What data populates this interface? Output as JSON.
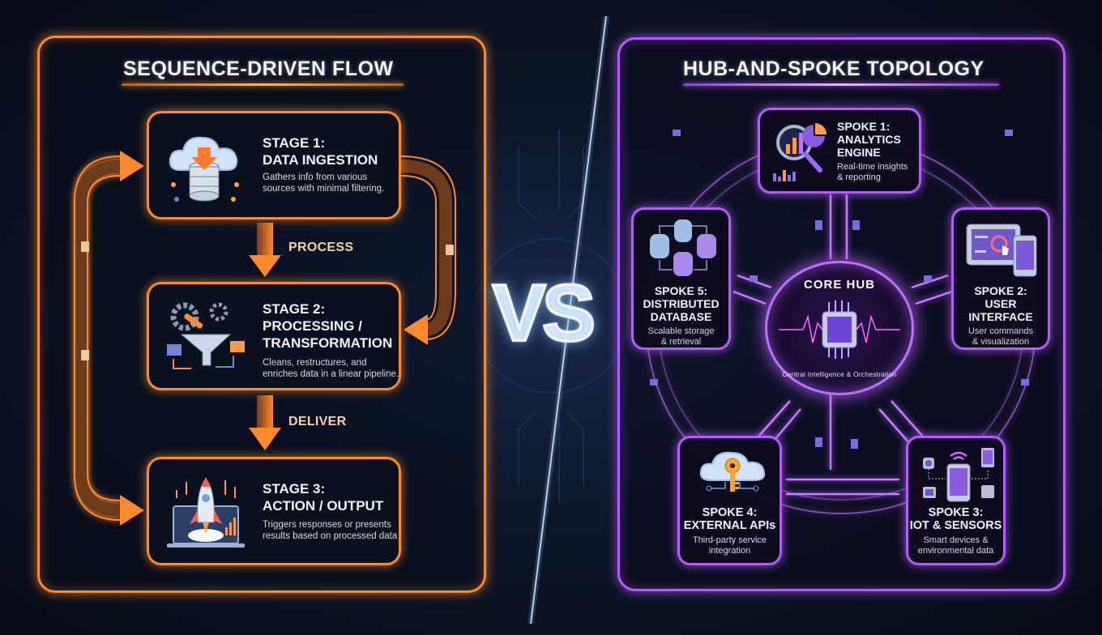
{
  "left": {
    "title": "SEQUENCE-DRIVEN FLOW",
    "accent_color": "#ff8a2a",
    "stages": [
      {
        "heading_line1": "STAGE 1:",
        "heading_line2": "DATA INGESTION",
        "heading_line3": "",
        "description": "Gathers info from various sources with minimal filtering.",
        "icon": "cloud-database-download-icon"
      },
      {
        "heading_line1": "STAGE 2:",
        "heading_line2": "PROCESSING /",
        "heading_line3": "TRANSFORMATION",
        "description": "Cleans, restructures, and enriches data in a linear pipeline.",
        "icon": "gears-funnel-icon"
      },
      {
        "heading_line1": "STAGE 3:",
        "heading_line2": "ACTION / OUTPUT",
        "heading_line3": "",
        "description": "Triggers responses or presents results based on processed data",
        "icon": "rocket-laptop-icon"
      }
    ],
    "flow_labels": [
      "PROCESS",
      "DELIVER"
    ]
  },
  "divider": {
    "label": "VS"
  },
  "right": {
    "title": "HUB-AND-SPOKE TOPOLOGY",
    "accent_color": "#b45cff",
    "hub": {
      "title": "CORE HUB",
      "subtitle": "Central Intelligence & Orchestration",
      "icon": "processor-chip-icon"
    },
    "spokes": [
      {
        "heading_line1": "SPOKE 1:",
        "heading_line2": "ANALYTICS",
        "heading_line3": "ENGINE",
        "description_line1": "Real-time insights",
        "description_line2": "& reporting",
        "icon": "analytics-magnifier-icon"
      },
      {
        "heading_line1": "SPOKE 2:",
        "heading_line2": "USER",
        "heading_line3": "INTERFACE",
        "description_line1": "User commands",
        "description_line2": "& visualization",
        "icon": "touch-devices-icon"
      },
      {
        "heading_line1": "SPOKE 3:",
        "heading_line2": "IOT & SENSORS",
        "heading_line3": "",
        "description_line1": "Smart devices &",
        "description_line2": "environmental data",
        "icon": "iot-devices-icon"
      },
      {
        "heading_line1": "SPOKE 4:",
        "heading_line2": "EXTERNAL APIs",
        "heading_line3": "",
        "description_line1": "Third-party service",
        "description_line2": "integration",
        "icon": "cloud-key-icon"
      },
      {
        "heading_line1": "SPOKE 5:",
        "heading_line2": "DISTRIBUTED",
        "heading_line3": "DATABASE",
        "description_line1": "Scalable storage",
        "description_line2": "& retrieval",
        "icon": "distributed-database-icon"
      }
    ]
  }
}
